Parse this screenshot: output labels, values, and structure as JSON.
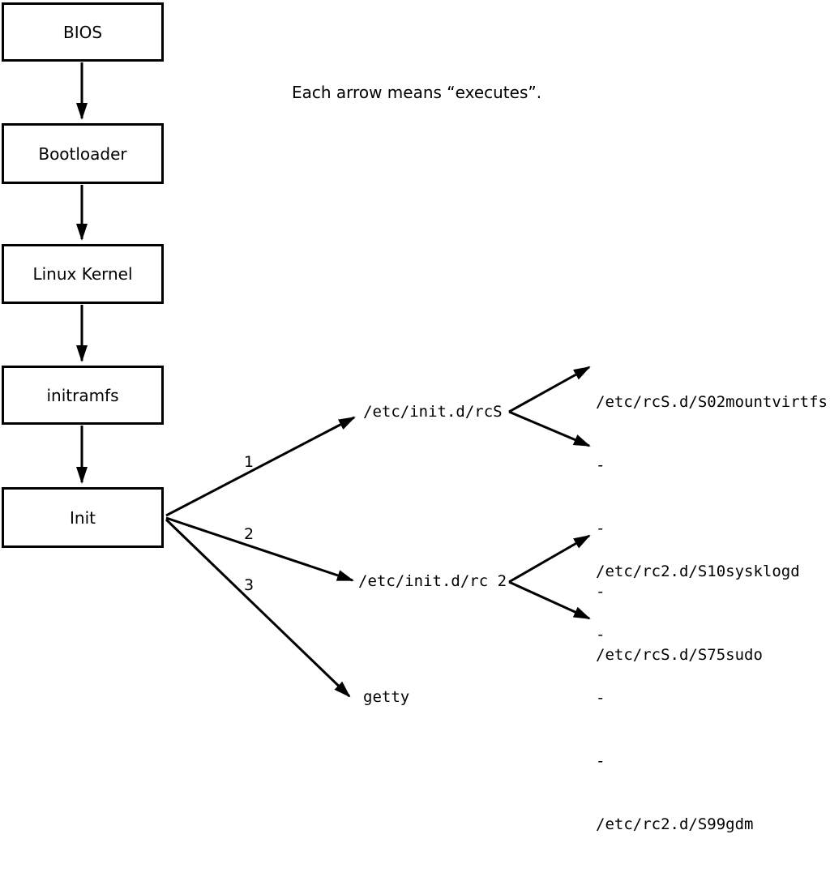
{
  "caption": "Each arrow means “executes”.",
  "boxes": [
    {
      "label": "BIOS"
    },
    {
      "label": "Bootloader"
    },
    {
      "label": "Linux Kernel"
    },
    {
      "label": "initramfs"
    },
    {
      "label": "Init"
    }
  ],
  "init_arrows": [
    {
      "label": "1",
      "target": "/etc/init.d/rcS"
    },
    {
      "label": "2",
      "target": "/etc/init.d/rc 2"
    },
    {
      "label": "3",
      "target": "getty"
    }
  ],
  "rcS_group": {
    "lines": [
      "/etc/rcS.d/S02mountvirtfs",
      "-",
      "-",
      "-",
      "/etc/rcS.d/S75sudo"
    ]
  },
  "rc2_group": {
    "lines": [
      "/etc/rc2.d/S10sysklogd",
      "-",
      "-",
      "-",
      "/etc/rc2.d/S99gdm"
    ]
  },
  "colors": {
    "line": "#000000",
    "background": "#ffffff",
    "text": "#000000"
  }
}
